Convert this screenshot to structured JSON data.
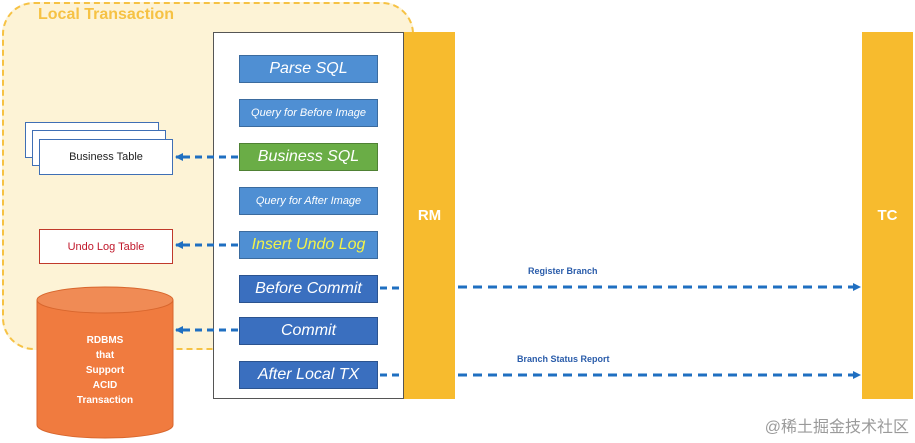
{
  "local_transaction": {
    "label": "Local Transaction"
  },
  "steps": [
    {
      "label": "Parse SQL",
      "color": "#4f8fd3"
    },
    {
      "label": "Query for Before Image",
      "color": "#4f8fd3"
    },
    {
      "label": "Business SQL",
      "color": "#6aad46"
    },
    {
      "label": "Query for After Image",
      "color": "#4f8fd3"
    },
    {
      "label": "Insert Undo Log",
      "color": "#4f8fd3",
      "text_color": "#f2f24a"
    },
    {
      "label": "Before Commit",
      "color": "#3a6fbf"
    },
    {
      "label": "Commit",
      "color": "#3a6fbf"
    },
    {
      "label": "After Local TX",
      "color": "#3a6fbf"
    }
  ],
  "participants": {
    "rm": "RM",
    "tc": "TC"
  },
  "resources": {
    "business_table": "Business Table",
    "undo_log_table": "Undo Log Table",
    "database": [
      "RDBMS",
      "that",
      "Support",
      "ACID",
      "Transaction"
    ]
  },
  "messages": {
    "register_branch": "Register Branch",
    "branch_status_report": "Branch Status Report"
  },
  "colors": {
    "accent_orange": "#f7bb2e",
    "dashed_arrow": "#1f6fc1",
    "database": "#f07b3f"
  },
  "watermark": "@稀土掘金技术社区"
}
